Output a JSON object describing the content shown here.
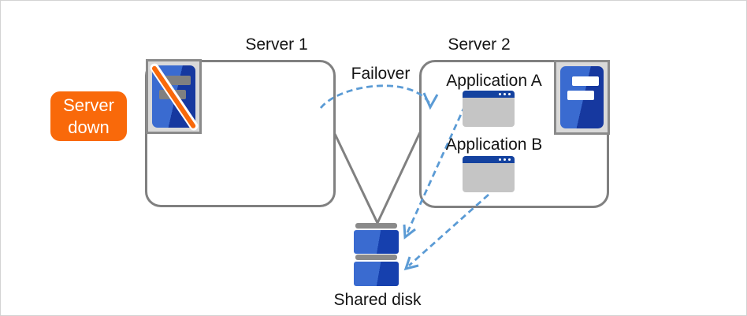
{
  "labels": {
    "server1": "Server 1",
    "server2": "Server 2",
    "failover": "Failover",
    "application_a": "Application A",
    "application_b": "Application B",
    "shared_disk": "Shared disk"
  },
  "badge": {
    "line1": "Server",
    "line2": "down"
  },
  "icons": {
    "server1": "server-down-icon",
    "server2": "server-icon",
    "application_a": "app-window-icon",
    "application_b": "app-window-icon",
    "shared_disk": "shared-disk-icon"
  },
  "colors": {
    "arrow_blue": "#5B9BD5",
    "connector_gray": "#808080",
    "box_border_gray": "#808080",
    "server_blue_light": "#3A6BD0",
    "server_blue_dark": "#16389F",
    "alert_orange": "#F9690A",
    "window_titlebar_blue": "#14429F",
    "window_body_gray": "#C5C5C5",
    "icon_frame_fill": "#D9D9D9",
    "text_black": "#141414"
  }
}
